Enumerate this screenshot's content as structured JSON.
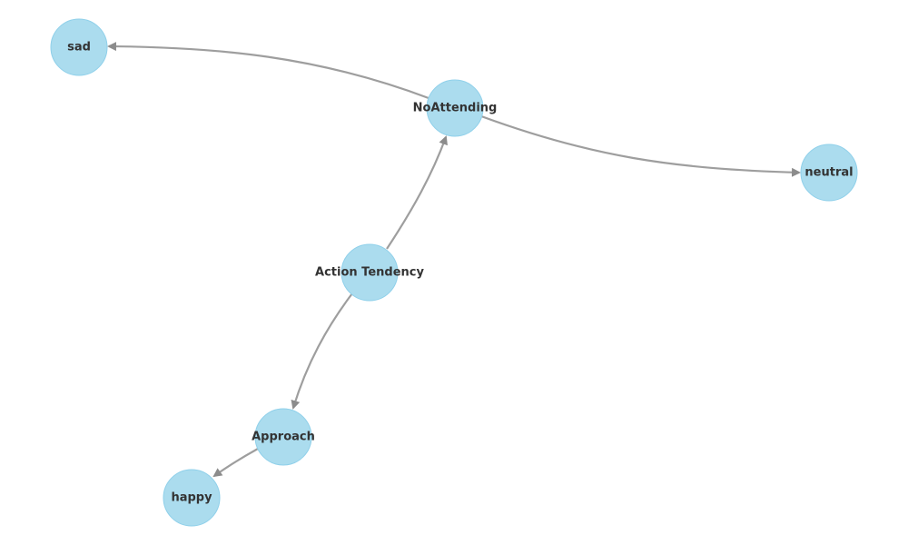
{
  "diagram": {
    "type": "directed-graph",
    "colors": {
      "node_fill": "#abdcee",
      "node_stroke": "#8fd0ea",
      "edge": "#9e9e9e",
      "arrow": "#8c8c8c",
      "label": "#333333"
    },
    "nodes": [
      {
        "id": "sad",
        "label": "sad"
      },
      {
        "id": "noattending",
        "label": "NoAttending"
      },
      {
        "id": "neutral",
        "label": "neutral"
      },
      {
        "id": "action_tendency",
        "label": "Action Tendency"
      },
      {
        "id": "approach",
        "label": "Approach"
      },
      {
        "id": "happy",
        "label": "happy"
      }
    ],
    "edges": [
      {
        "from": "noattending",
        "to": "sad"
      },
      {
        "from": "noattending",
        "to": "neutral"
      },
      {
        "from": "action_tendency",
        "to": "noattending"
      },
      {
        "from": "action_tendency",
        "to": "approach"
      },
      {
        "from": "approach",
        "to": "happy"
      }
    ]
  }
}
